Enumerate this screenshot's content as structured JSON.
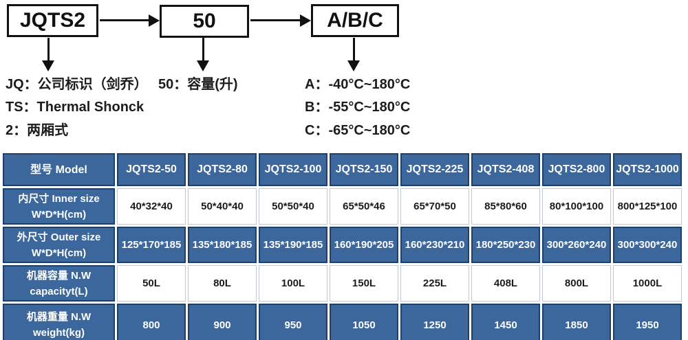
{
  "colors": {
    "blue": "#3b679c",
    "blue_border": "#1f3e68",
    "light_cell_border": "#c3c8cf",
    "ink": "#1b1b1b"
  },
  "diagram": {
    "boxes": [
      {
        "label": "JQTS2"
      },
      {
        "label": "50"
      },
      {
        "label": "A/B/C"
      }
    ],
    "legend_left": [
      "JQ：公司标识（剑乔）",
      "TS：Thermal Shonck",
      "2：两厢式"
    ],
    "legend_mid": "50：容量(升)",
    "legend_right": [
      "A：-40°C~180°C",
      "B：-55°C~180°C",
      "C：-65°C~180°C"
    ]
  },
  "table": {
    "header_label": "型号 Model",
    "models": [
      "JQTS2-50",
      "JQTS2-80",
      "JQTS2-100",
      "JQTS2-150",
      "JQTS2-225",
      "JQTS2-408",
      "JQTS2-800",
      "JQTS2-1000"
    ],
    "rows": [
      {
        "label_cn": "内尺寸 Inner size",
        "label_en": "W*D*H(cm)",
        "tone": "light",
        "values": [
          "40*32*40",
          "50*40*40",
          "50*50*40",
          "65*50*46",
          "65*70*50",
          "85*80*60",
          "80*100*100",
          "800*125*100"
        ]
      },
      {
        "label_cn": "外尺寸 Outer size",
        "label_en": "W*D*H(cm)",
        "tone": "dark",
        "values": [
          "125*170*185",
          "135*180*185",
          "135*190*185",
          "160*190*205",
          "160*230*210",
          "180*250*230",
          "300*260*240",
          "300*300*240"
        ]
      },
      {
        "label_cn": "机器容量 N.W",
        "label_en": "capacityt(L)",
        "tone": "light",
        "values": [
          "50L",
          "80L",
          "100L",
          "150L",
          "225L",
          "408L",
          "800L",
          "1000L"
        ]
      },
      {
        "label_cn": "机器重量 N.W",
        "label_en": "weight(kg)",
        "tone": "dark",
        "values": [
          "800",
          "900",
          "950",
          "1050",
          "1250",
          "1450",
          "1850",
          "1950"
        ]
      }
    ]
  }
}
